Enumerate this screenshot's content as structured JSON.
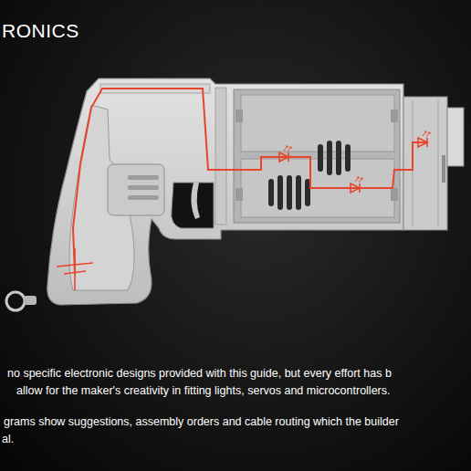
{
  "diagram": {
    "title": "RONICS",
    "labels": [
      "no specific electronic designs provided with this guide, but every effort has b",
      "allow for the maker's creativity in fitting lights, servos and microcontrollers.",
      "grams show suggestions, assembly orders and cable routing which the builder",
      "al."
    ]
  }
}
